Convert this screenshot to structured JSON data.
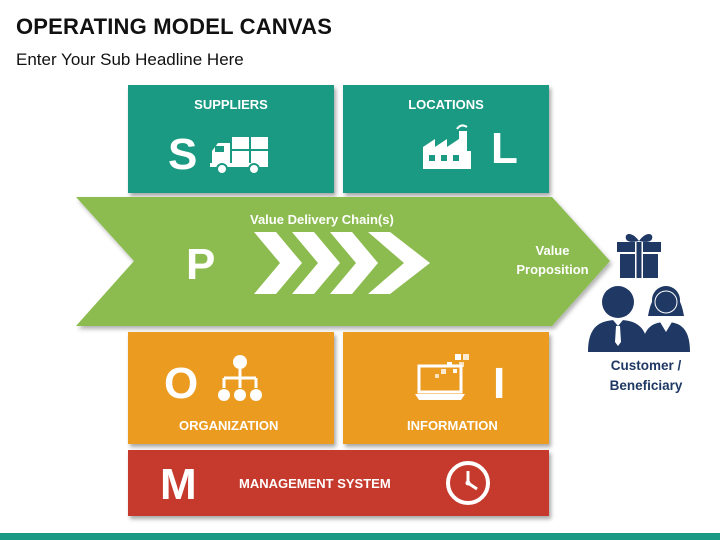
{
  "header": {
    "title": "OPERATING MODEL CANVAS",
    "subtitle": "Enter Your Sub Headline Here"
  },
  "blocks": {
    "suppliers": {
      "label": "SUPPLIERS",
      "letter": "S",
      "icon": "truck-icon"
    },
    "locations": {
      "label": "LOCATIONS",
      "letter": "L",
      "icon": "factory-icon"
    },
    "process": {
      "letter": "P",
      "chain_label": "Value Delivery Chain(s)",
      "icon": "chevron-chain-icon"
    },
    "value_proposition": {
      "label": "Value\nProposition",
      "line1": "Value",
      "line2": "Proposition",
      "icon": "gift-icon"
    },
    "organization": {
      "label": "ORGANIZATION",
      "letter": "O",
      "icon": "org-chart-icon"
    },
    "information": {
      "label": "INFORMATION",
      "letter": "I",
      "icon": "laptop-data-icon"
    },
    "management": {
      "label": "MANAGEMENT SYSTEM",
      "letter": "M",
      "icon": "clock-icon"
    },
    "customer": {
      "line1": "Customer /",
      "line2": "Beneficiary",
      "icon": "people-icon"
    }
  },
  "colors": {
    "teal": "#1a9a82",
    "green": "#8cbc4f",
    "orange": "#eb9b20",
    "red": "#c63a2d",
    "navy": "#1f3864"
  }
}
